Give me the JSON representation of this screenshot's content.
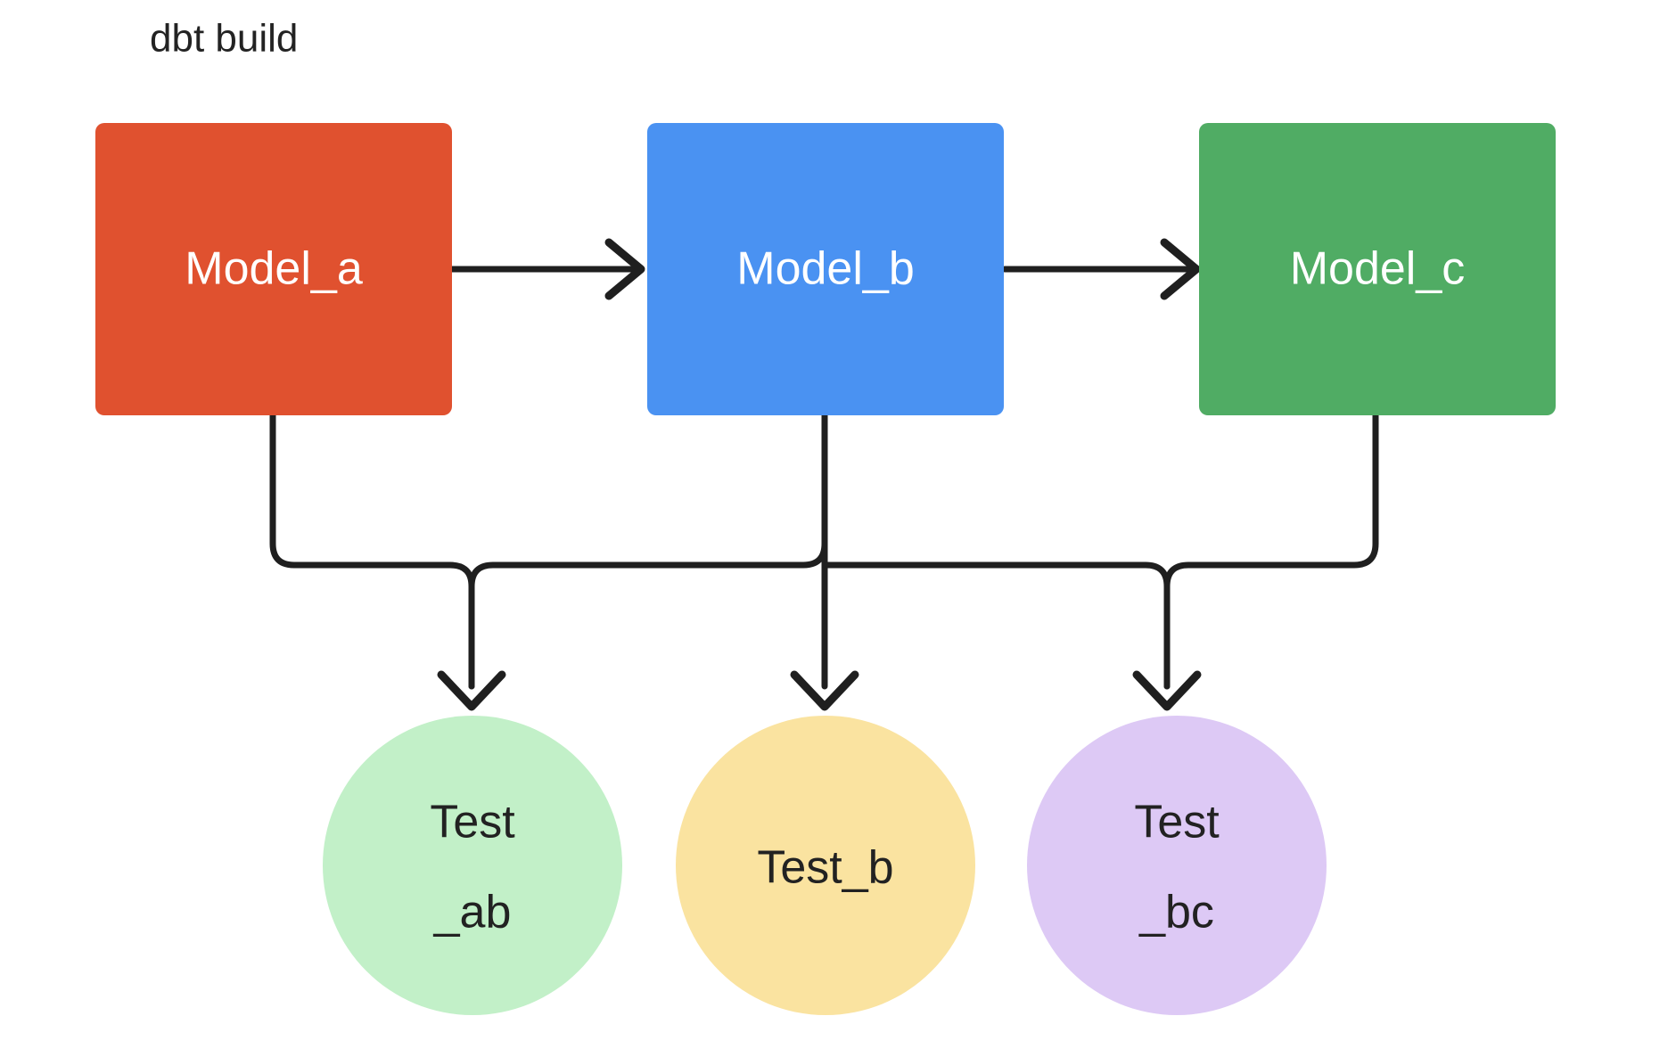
{
  "diagram": {
    "title": "dbt build",
    "type": "dag",
    "background_color": "#ffffff",
    "edge_color": "#1f1f1f",
    "models": [
      {
        "id": "model_a",
        "label": "Model_a",
        "shape": "rounded-rect",
        "fill": "#E0512F",
        "text_color": "#ffffff"
      },
      {
        "id": "model_b",
        "label": "Model_b",
        "shape": "rounded-rect",
        "fill": "#4A92F2",
        "text_color": "#ffffff"
      },
      {
        "id": "model_c",
        "label": "Model_c",
        "shape": "rounded-rect",
        "fill": "#50AC64",
        "text_color": "#ffffff"
      }
    ],
    "tests": [
      {
        "id": "test_ab",
        "label_line1": "Test",
        "label_line2": "_ab",
        "shape": "circle",
        "fill": "#C2F0C8",
        "text_color": "#222222"
      },
      {
        "id": "test_b",
        "label_line1": "Test_b",
        "label_line2": "",
        "shape": "circle",
        "fill": "#FAE3A0",
        "text_color": "#222222"
      },
      {
        "id": "test_bc",
        "label_line1": "Test",
        "label_line2": "_bc",
        "shape": "circle",
        "fill": "#DDC9F5",
        "text_color": "#222222"
      }
    ],
    "edges": [
      {
        "from": "model_a",
        "to": "model_b",
        "style": "straight-arrow"
      },
      {
        "from": "model_b",
        "to": "model_c",
        "style": "straight-arrow"
      },
      {
        "from": "model_a",
        "to": "test_ab",
        "style": "orthogonal-arrow"
      },
      {
        "from": "model_b",
        "to": "test_ab",
        "style": "orthogonal-arrow"
      },
      {
        "from": "model_b",
        "to": "test_b",
        "style": "orthogonal-arrow"
      },
      {
        "from": "model_b",
        "to": "test_bc",
        "style": "orthogonal-arrow"
      },
      {
        "from": "model_c",
        "to": "test_bc",
        "style": "orthogonal-arrow"
      }
    ]
  }
}
